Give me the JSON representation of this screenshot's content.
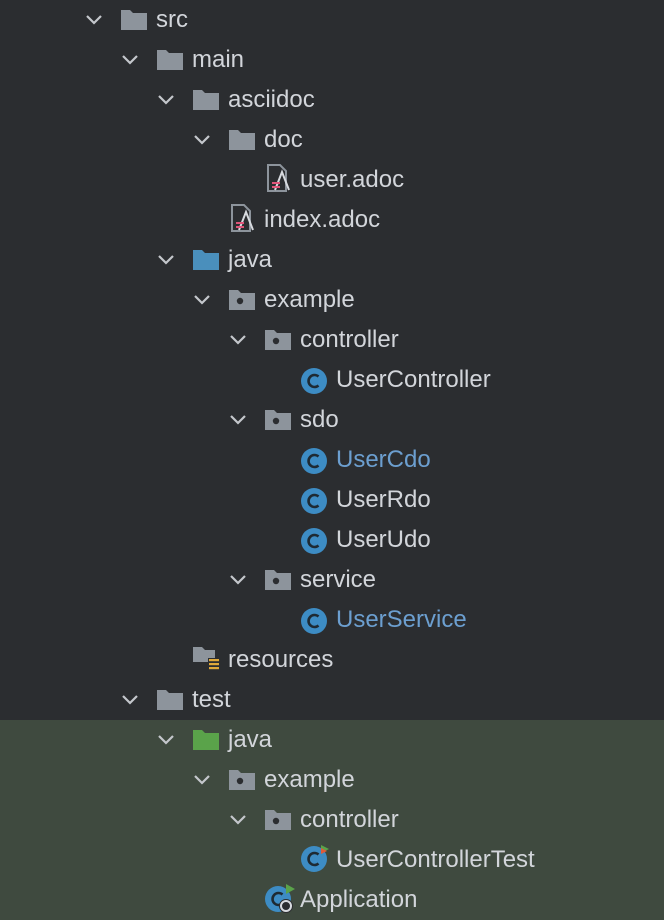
{
  "tree": {
    "items": [
      {
        "label": "src",
        "icon": "folder-icon",
        "expanded": true
      },
      {
        "label": "main",
        "icon": "folder-icon",
        "expanded": true
      },
      {
        "label": "asciidoc",
        "icon": "folder-icon",
        "expanded": true
      },
      {
        "label": "doc",
        "icon": "folder-icon",
        "expanded": true
      },
      {
        "label": "user.adoc",
        "icon": "asciidoc-file-icon"
      },
      {
        "label": "index.adoc",
        "icon": "asciidoc-file-icon"
      },
      {
        "label": "java",
        "icon": "source-root-folder-icon",
        "expanded": true
      },
      {
        "label": "example",
        "icon": "package-icon",
        "expanded": true
      },
      {
        "label": "controller",
        "icon": "package-icon",
        "expanded": true
      },
      {
        "label": "UserController",
        "icon": "java-class-icon"
      },
      {
        "label": "sdo",
        "icon": "package-icon",
        "expanded": true
      },
      {
        "label": "UserCdo",
        "icon": "java-class-icon",
        "modified": true
      },
      {
        "label": "UserRdo",
        "icon": "java-class-icon"
      },
      {
        "label": "UserUdo",
        "icon": "java-class-icon"
      },
      {
        "label": "service",
        "icon": "package-icon",
        "expanded": true
      },
      {
        "label": "UserService",
        "icon": "java-class-icon",
        "modified": true
      },
      {
        "label": "resources",
        "icon": "resources-folder-icon"
      },
      {
        "label": "test",
        "icon": "folder-icon",
        "expanded": true
      },
      {
        "label": "java",
        "icon": "test-root-folder-icon",
        "expanded": true
      },
      {
        "label": "example",
        "icon": "package-icon",
        "expanded": true
      },
      {
        "label": "controller",
        "icon": "package-icon",
        "expanded": true
      },
      {
        "label": "UserControllerTest",
        "icon": "test-class-icon"
      },
      {
        "label": "Application",
        "icon": "spring-boot-app-icon"
      }
    ]
  },
  "colors": {
    "background": "#2b2d30",
    "test_section_background": "#3f4a3f",
    "text": "#d2d5da",
    "modified_text": "#6c9fd0",
    "folder": "#8d949c",
    "source_root": "#4a8fbc",
    "test_root": "#5aa34a",
    "class_badge": "#3d8cc4"
  }
}
